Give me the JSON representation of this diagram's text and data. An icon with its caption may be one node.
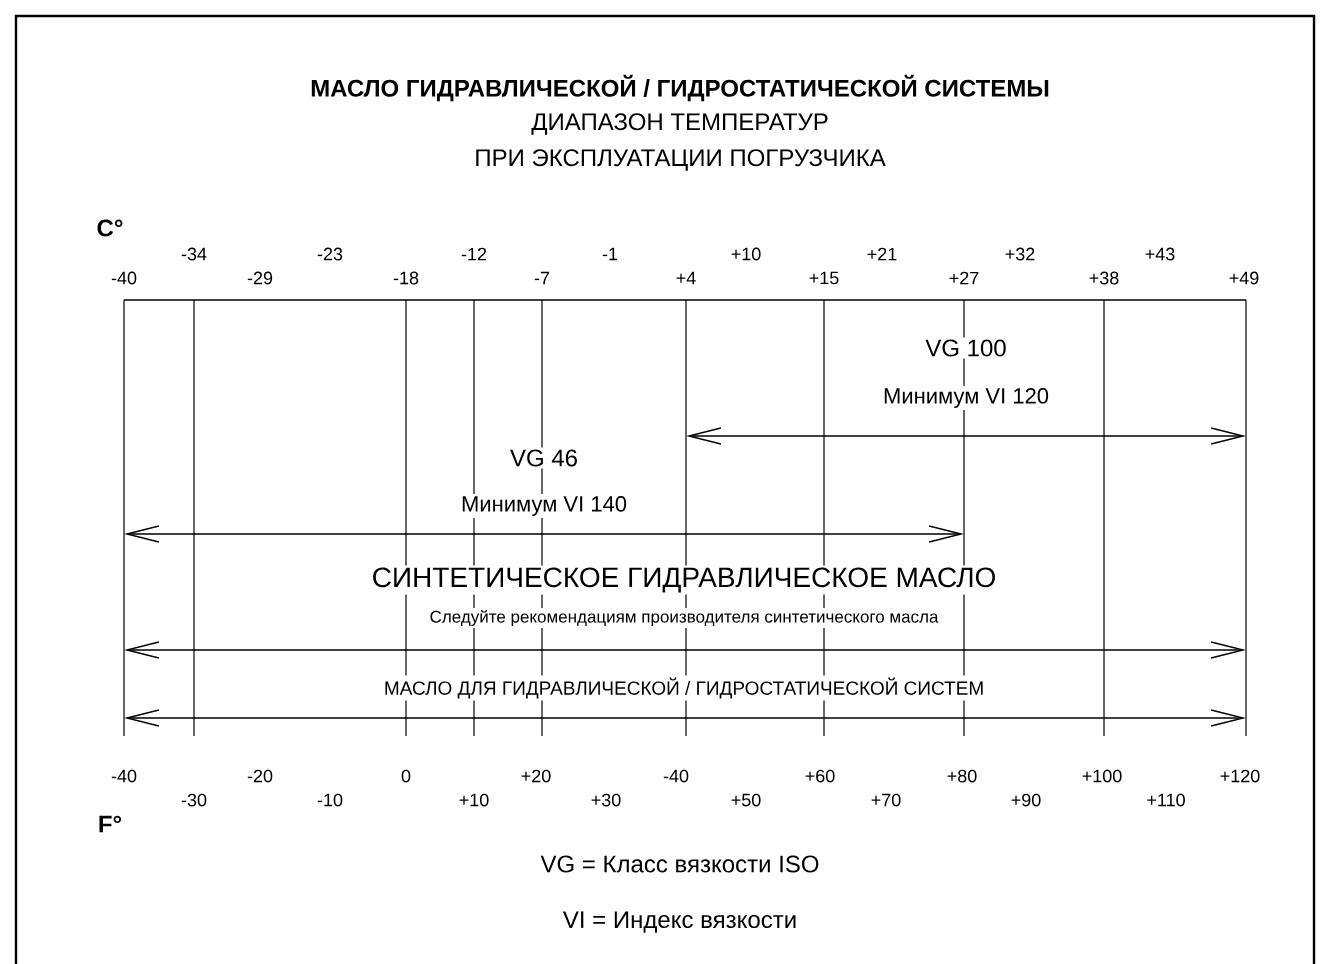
{
  "diagram": {
    "title": "МАСЛО ГИДРАВЛИЧЕСКОЙ / ГИДРОСТАТИЧЕСКОЙ СИСТЕМЫ",
    "labels": [
      "ДИАПАЗОН ТЕМПЕРАТУР",
      "ПРИ ЭКСПЛУАТАЦИИ ПОГРУЗЧИКА",
      "C°",
      "-34",
      "-23",
      "-12",
      "-1",
      "+10",
      "+21",
      "+32",
      "+43",
      "-40",
      "-29",
      "-18",
      "-7",
      "+4",
      "+15",
      "+27",
      "+38",
      "+49",
      "VG 100",
      "Минимум VI 120",
      "VG 46",
      "Минимум VI 140",
      "СИНТЕТИЧЕСКОЕ ГИДРАВЛИЧЕСКОЕ МАСЛО",
      "Следуйте рекомендациям производителя синтетического масла",
      "МАСЛО ДЛЯ ГИДРАВЛИЧЕСКОЙ / ГИДРОСТАТИЧЕСКОЙ СИСТЕМ",
      "-40",
      "-20",
      "0",
      "+20",
      "-40",
      "+60",
      "+80",
      "+100",
      "+120",
      "-30",
      "-10",
      "+10",
      "+30",
      "+50",
      "+70",
      "+90",
      "+110",
      "F°",
      "VG = Класс вязкости ISO",
      "VI = Индекс вязкости"
    ]
  }
}
